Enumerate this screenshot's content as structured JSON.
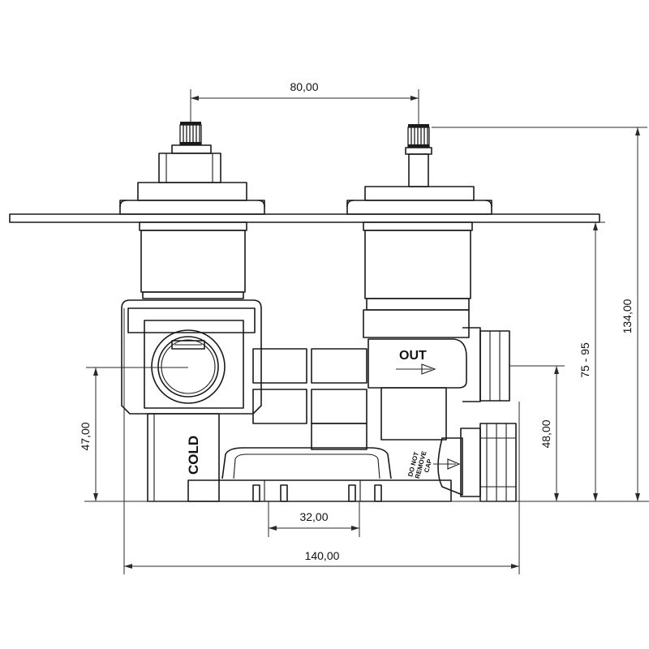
{
  "dimensions": {
    "spindle_spacing": "80,00",
    "overall_height": "134,00",
    "wall_depth_range": "75 - 95",
    "outlet_height": "48,00",
    "inlet_height": "47,00",
    "port_spacing": "32,00",
    "overall_width": "140,00"
  },
  "labels": {
    "cold": "COLD",
    "out": "OUT",
    "warning_line1": "DO NOT",
    "warning_line2": "REMOVE",
    "warning_line3": "CAP"
  }
}
